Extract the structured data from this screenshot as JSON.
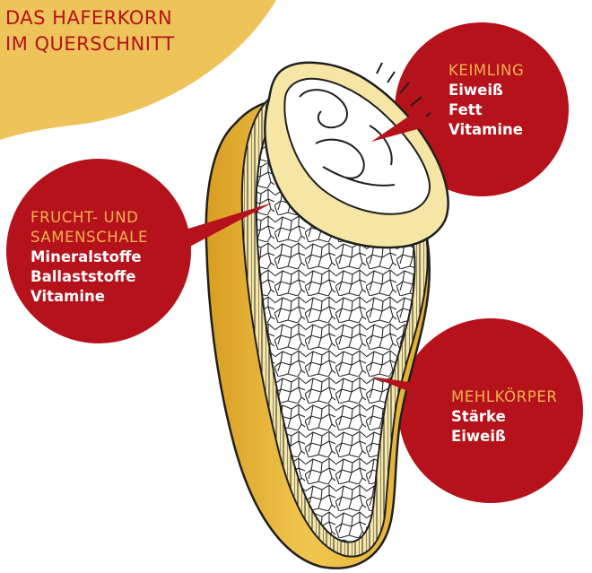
{
  "title": {
    "lines": [
      "DAS HAFERKORN",
      "IM QUERSCHNITT"
    ]
  },
  "callouts": [
    {
      "heading": "KEIMLING",
      "items": [
        "Eiweiß",
        "Fett",
        "Vitamine"
      ]
    },
    {
      "heading_lines": [
        "FRUCHT- UND",
        "SAMENSCHALE"
      ],
      "items": [
        "Mineralstoffe",
        "Ballaststoffe",
        "Vitamine"
      ]
    },
    {
      "heading": "MEHLKÖRPER",
      "items": [
        "Stärke",
        "Eiweiß"
      ]
    }
  ],
  "colors": {
    "title_red": "#b5121b",
    "circle_red": "#b5121b",
    "heading_gold": "#f2b24d",
    "corner_gold": "#edc35a",
    "grain_gold": "#e8b93f",
    "grain_light": "#f6e6a6"
  }
}
